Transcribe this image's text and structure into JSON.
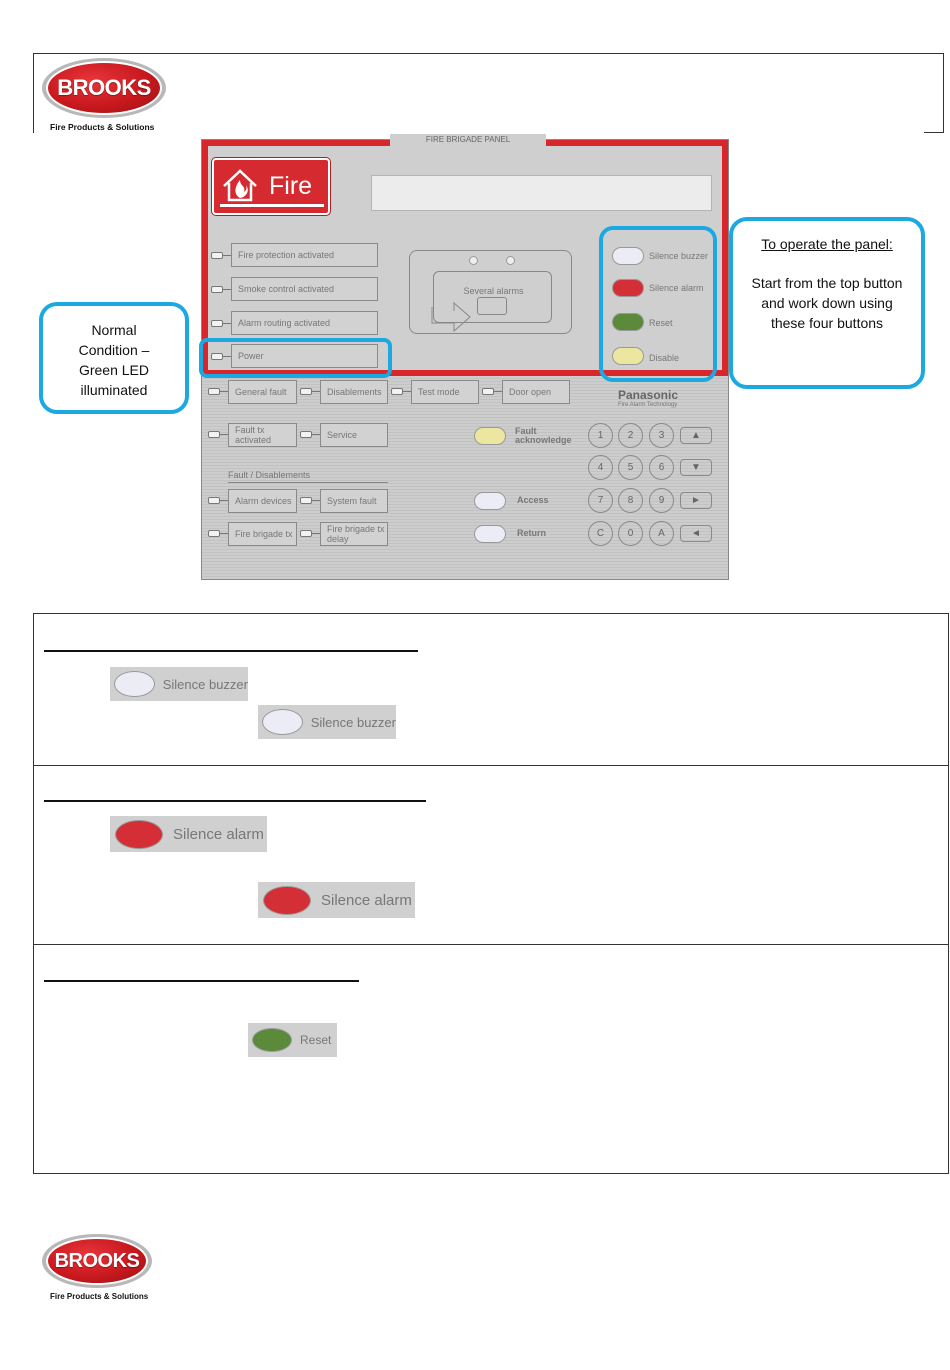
{
  "brand": {
    "logo_word": "BROOKS",
    "tagline": "Fire Products & Solutions",
    "colors": {
      "logo_red": "#c8191e",
      "callout_blue": "#1ca8e0",
      "panel_red": "#d8262d"
    }
  },
  "panel": {
    "title": "FIRE BRIGADE PANEL",
    "fire_label": "Fire",
    "indicators": [
      "Fire protection activated",
      "Smoke control activated",
      "Alarm routing activated",
      "Power"
    ],
    "several_alarms": "Several alarms",
    "op_buttons": [
      {
        "label": "Silence buzzer",
        "color": "#ececf6"
      },
      {
        "label": "Silence alarm",
        "color": "#d42e36"
      },
      {
        "label": "Reset",
        "color": "#5b8a3a"
      },
      {
        "label": "Disable",
        "color": "#ece7a0"
      }
    ],
    "status_row": [
      "General fault",
      "Disablements",
      "Test mode",
      "Door open"
    ],
    "fault_tx": "Fault tx activated",
    "service": "Service",
    "fault_ack": "Fault acknowledge",
    "fault_heading": "Fault / Disablements",
    "alarm_devices": "Alarm devices",
    "system_fault": "System fault",
    "fire_brigade_tx": "Fire brigade tx",
    "fire_brigade_delay": "Fire brigade tx delay",
    "access": "Access",
    "return": "Return",
    "brand_name": "Panasonic",
    "brand_sub": "Fire Alarm Technology",
    "keys": [
      "1",
      "2",
      "3",
      "4",
      "5",
      "6",
      "7",
      "8",
      "9",
      "C",
      "0",
      "A"
    ],
    "arrow_keys": [
      "▲",
      "▼",
      "►",
      "◄"
    ]
  },
  "callouts": {
    "normal": "Normal Condition – Green LED illuminated",
    "operate_title": "To operate the panel:",
    "operate_body": "Start from the top button and work down using these four buttons"
  },
  "sections": [
    {
      "chips": [
        "Silence buzzer",
        "Silence buzzer"
      ]
    },
    {
      "chips": [
        "Silence alarm",
        "Silence alarm"
      ]
    },
    {
      "chips": [
        "Reset"
      ]
    }
  ]
}
